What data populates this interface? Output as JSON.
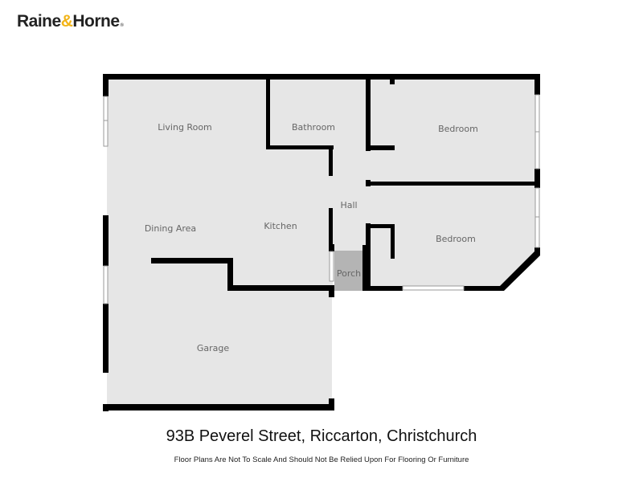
{
  "brand": {
    "name_part1": "Raine",
    "ampersand": "&",
    "name_part2": "Horne",
    "registered_mark": "®",
    "accent_color": "#f2b418"
  },
  "floor_plan": {
    "fill_color": "#e6e6e6",
    "porch_fill_color": "#b4b4b4",
    "wall_color": "#000000",
    "rooms": [
      {
        "id": "living-room",
        "label": "Living Room"
      },
      {
        "id": "bathroom",
        "label": "Bathroom"
      },
      {
        "id": "bedroom-1",
        "label": "Bedroom"
      },
      {
        "id": "hall",
        "label": "Hall"
      },
      {
        "id": "dining-area",
        "label": "Dining Area"
      },
      {
        "id": "kitchen",
        "label": "Kitchen"
      },
      {
        "id": "bedroom-2",
        "label": "Bedroom"
      },
      {
        "id": "porch",
        "label": "Porch"
      },
      {
        "id": "garage",
        "label": "Garage"
      }
    ]
  },
  "footer": {
    "address": "93B Peverel Street, Riccarton, Christchurch",
    "disclaimer": "Floor Plans Are Not To Scale And Should Not Be Relied Upon For Flooring Or Furniture"
  }
}
